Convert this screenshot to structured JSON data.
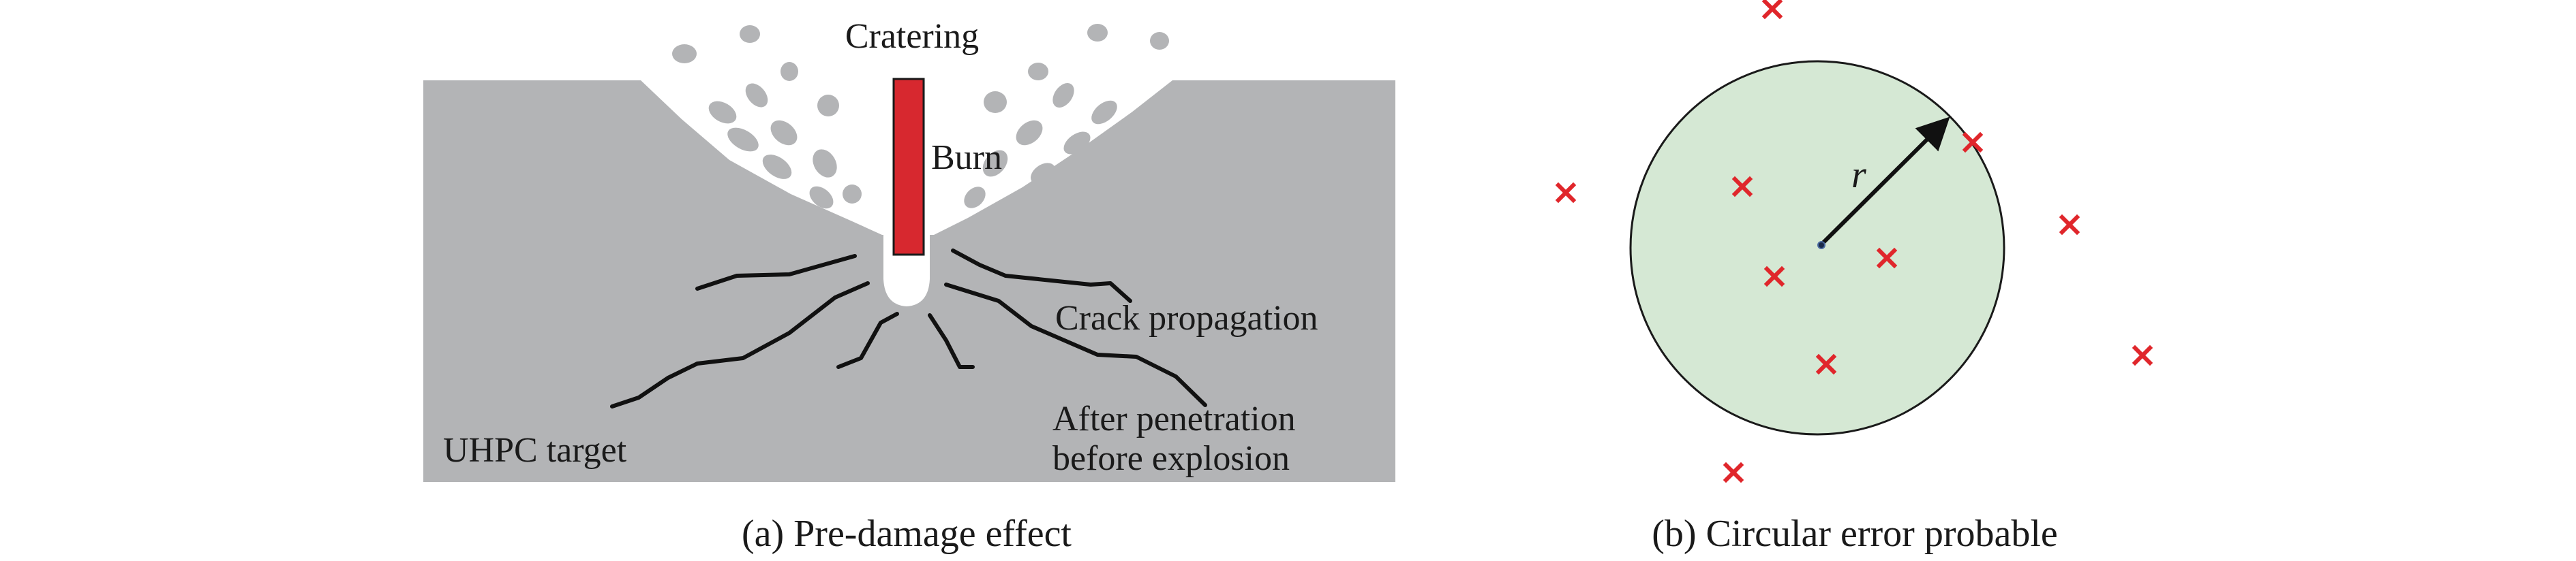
{
  "panel_a": {
    "labels": {
      "cratering": "Cratering",
      "burn": "Burn",
      "crack_propagation": "Crack propagation",
      "after_penetration_line1": "After penetration",
      "after_penetration_line2": "before explosion",
      "target": "UHPC target"
    },
    "caption": "(a) Pre-damage effect",
    "colors": {
      "target": "#b3b4b6",
      "projectile": "#d7282f",
      "crack": "#111111"
    }
  },
  "panel_b": {
    "radius_label": "r",
    "caption": "(b) Circular error probable",
    "colors": {
      "circle_fill": "#d5e8d4",
      "marker": "#e0262b"
    },
    "impact_points_inside_circle": 5,
    "impact_points_outside_circle": 5
  }
}
